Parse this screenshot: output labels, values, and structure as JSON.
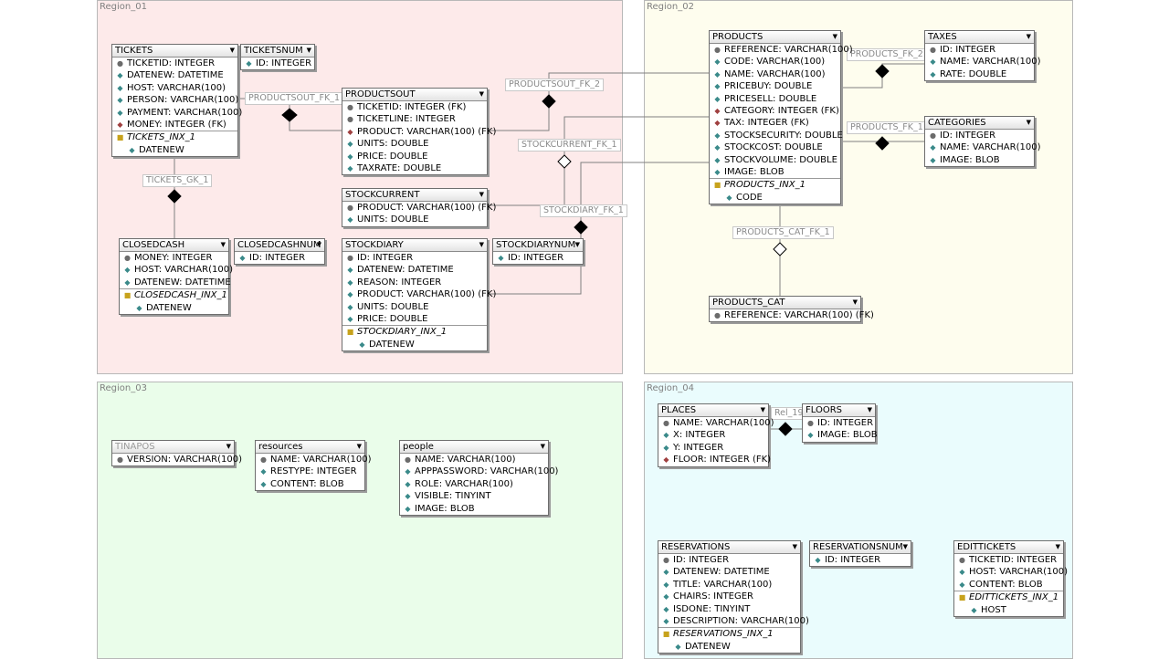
{
  "regions": [
    "Region_01",
    "Region_02",
    "Region_03",
    "Region_04"
  ],
  "relationships": {
    "productsout_fk_1": "PRODUCTSOUT_FK_1",
    "productsout_fk_2": "PRODUCTSOUT_FK_2",
    "stockcurrent_fk_1": "STOCKCURRENT_FK_1",
    "stockdiary_fk_1": "STOCKDIARY_FK_1",
    "tickets_gk_1": "TICKETS_GK_1",
    "products_fk_2": "PRODUCTS_FK_2",
    "products_fk_1": "PRODUCTS_FK_1",
    "products_cat_fk_1": "PRODUCTS_CAT_FK_1",
    "rel_19": "Rel_19"
  },
  "tables": [
    {
      "name": "TICKETS",
      "columns": [
        {
          "text": "TICKETID: INTEGER",
          "kind": "key"
        },
        {
          "text": "DATENEW: DATETIME",
          "kind": "col"
        },
        {
          "text": "HOST: VARCHAR(100)",
          "kind": "col"
        },
        {
          "text": "PERSON: VARCHAR(100)",
          "kind": "col"
        },
        {
          "text": "PAYMENT: VARCHAR(100)",
          "kind": "col"
        },
        {
          "text": "MONEY: INTEGER (FK)",
          "kind": "fk"
        }
      ],
      "index": {
        "name": "TICKETS_INX_1",
        "column": "DATENEW"
      }
    },
    {
      "name": "TICKETSNUM",
      "columns": [
        {
          "text": "ID: INTEGER",
          "kind": "col"
        }
      ]
    },
    {
      "name": "PRODUCTSOUT",
      "columns": [
        {
          "text": "TICKETID: INTEGER (FK)",
          "kind": "key"
        },
        {
          "text": "TICKETLINE: INTEGER",
          "kind": "key"
        },
        {
          "text": "PRODUCT: VARCHAR(100) (FK)",
          "kind": "fk"
        },
        {
          "text": "UNITS: DOUBLE",
          "kind": "col"
        },
        {
          "text": "PRICE: DOUBLE",
          "kind": "col"
        },
        {
          "text": "TAXRATE: DOUBLE",
          "kind": "col"
        }
      ]
    },
    {
      "name": "STOCKCURRENT",
      "columns": [
        {
          "text": "PRODUCT: VARCHAR(100) (FK)",
          "kind": "key"
        },
        {
          "text": "UNITS: DOUBLE",
          "kind": "col"
        }
      ]
    },
    {
      "name": "CLOSEDCASH",
      "columns": [
        {
          "text": "MONEY: INTEGER",
          "kind": "key"
        },
        {
          "text": "HOST: VARCHAR(100)",
          "kind": "col"
        },
        {
          "text": "DATENEW: DATETIME",
          "kind": "col"
        }
      ],
      "index": {
        "name": "CLOSEDCASH_INX_1",
        "column": "DATENEW"
      }
    },
    {
      "name": "CLOSEDCASHNUM",
      "columns": [
        {
          "text": "ID: INTEGER",
          "kind": "col"
        }
      ]
    },
    {
      "name": "STOCKDIARY",
      "columns": [
        {
          "text": "ID: INTEGER",
          "kind": "key"
        },
        {
          "text": "DATENEW: DATETIME",
          "kind": "col"
        },
        {
          "text": "REASON: INTEGER",
          "kind": "col"
        },
        {
          "text": "PRODUCT: VARCHAR(100) (FK)",
          "kind": "col"
        },
        {
          "text": "UNITS: DOUBLE",
          "kind": "col"
        },
        {
          "text": "PRICE: DOUBLE",
          "kind": "col"
        }
      ],
      "index": {
        "name": "STOCKDIARY_INX_1",
        "column": "DATENEW"
      }
    },
    {
      "name": "STOCKDIARYNUM",
      "columns": [
        {
          "text": "ID: INTEGER",
          "kind": "col"
        }
      ]
    },
    {
      "name": "PRODUCTS",
      "columns": [
        {
          "text": "REFERENCE: VARCHAR(100)",
          "kind": "key"
        },
        {
          "text": "CODE: VARCHAR(100)",
          "kind": "col"
        },
        {
          "text": "NAME: VARCHAR(100)",
          "kind": "col"
        },
        {
          "text": "PRICEBUY: DOUBLE",
          "kind": "col"
        },
        {
          "text": "PRICESELL: DOUBLE",
          "kind": "col"
        },
        {
          "text": "CATEGORY: INTEGER (FK)",
          "kind": "fk"
        },
        {
          "text": "TAX: INTEGER (FK)",
          "kind": "fk"
        },
        {
          "text": "STOCKSECURITY: DOUBLE",
          "kind": "col"
        },
        {
          "text": "STOCKCOST: DOUBLE",
          "kind": "col"
        },
        {
          "text": "STOCKVOLUME: DOUBLE",
          "kind": "col"
        },
        {
          "text": "IMAGE: BLOB",
          "kind": "col"
        }
      ],
      "index": {
        "name": "PRODUCTS_INX_1",
        "column": "CODE"
      }
    },
    {
      "name": "TAXES",
      "columns": [
        {
          "text": "ID: INTEGER",
          "kind": "key"
        },
        {
          "text": "NAME: VARCHAR(100)",
          "kind": "col"
        },
        {
          "text": "RATE: DOUBLE",
          "kind": "col"
        }
      ]
    },
    {
      "name": "CATEGORIES",
      "columns": [
        {
          "text": "ID: INTEGER",
          "kind": "key"
        },
        {
          "text": "NAME: VARCHAR(100)",
          "kind": "col"
        },
        {
          "text": "IMAGE: BLOB",
          "kind": "col"
        }
      ]
    },
    {
      "name": "PRODUCTS_CAT",
      "columns": [
        {
          "text": "REFERENCE: VARCHAR(100) (FK)",
          "kind": "key"
        }
      ]
    },
    {
      "name": "TINAPOS",
      "greyed": true,
      "columns": [
        {
          "text": "VERSION: VARCHAR(100)",
          "kind": "key"
        }
      ]
    },
    {
      "name": "resources",
      "columns": [
        {
          "text": "NAME: VARCHAR(100)",
          "kind": "key"
        },
        {
          "text": "RESTYPE: INTEGER",
          "kind": "col"
        },
        {
          "text": "CONTENT: BLOB",
          "kind": "col"
        }
      ]
    },
    {
      "name": "people",
      "columns": [
        {
          "text": "NAME: VARCHAR(100)",
          "kind": "key"
        },
        {
          "text": "APPPASSWORD: VARCHAR(100)",
          "kind": "col"
        },
        {
          "text": "ROLE: VARCHAR(100)",
          "kind": "col"
        },
        {
          "text": "VISIBLE: TINYINT",
          "kind": "col"
        },
        {
          "text": "IMAGE: BLOB",
          "kind": "col"
        }
      ]
    },
    {
      "name": "PLACES",
      "columns": [
        {
          "text": "NAME: VARCHAR(100)",
          "kind": "key"
        },
        {
          "text": "X: INTEGER",
          "kind": "col"
        },
        {
          "text": "Y: INTEGER",
          "kind": "col"
        },
        {
          "text": "FLOOR: INTEGER (FK)",
          "kind": "fk"
        }
      ]
    },
    {
      "name": "FLOORS",
      "columns": [
        {
          "text": "ID: INTEGER",
          "kind": "key"
        },
        {
          "text": "IMAGE: BLOB",
          "kind": "col"
        }
      ]
    },
    {
      "name": "RESERVATIONS",
      "columns": [
        {
          "text": "ID: INTEGER",
          "kind": "key"
        },
        {
          "text": "DATENEW: DATETIME",
          "kind": "col"
        },
        {
          "text": "TITLE: VARCHAR(100)",
          "kind": "col"
        },
        {
          "text": "CHAIRS: INTEGER",
          "kind": "col"
        },
        {
          "text": "ISDONE: TINYINT",
          "kind": "col"
        },
        {
          "text": "DESCRIPTION: VARCHAR(100)",
          "kind": "col"
        }
      ],
      "index": {
        "name": "RESERVATIONS_INX_1",
        "column": "DATENEW"
      }
    },
    {
      "name": "RESERVATIONSNUM",
      "columns": [
        {
          "text": "ID: INTEGER",
          "kind": "col"
        }
      ]
    },
    {
      "name": "EDITTICKETS",
      "columns": [
        {
          "text": "TICKETID: INTEGER",
          "kind": "key"
        },
        {
          "text": "HOST: VARCHAR(100)",
          "kind": "col"
        },
        {
          "text": "CONTENT: BLOB",
          "kind": "col"
        }
      ],
      "index": {
        "name": "EDITTICKETS_INX_1",
        "column": "HOST"
      }
    }
  ]
}
